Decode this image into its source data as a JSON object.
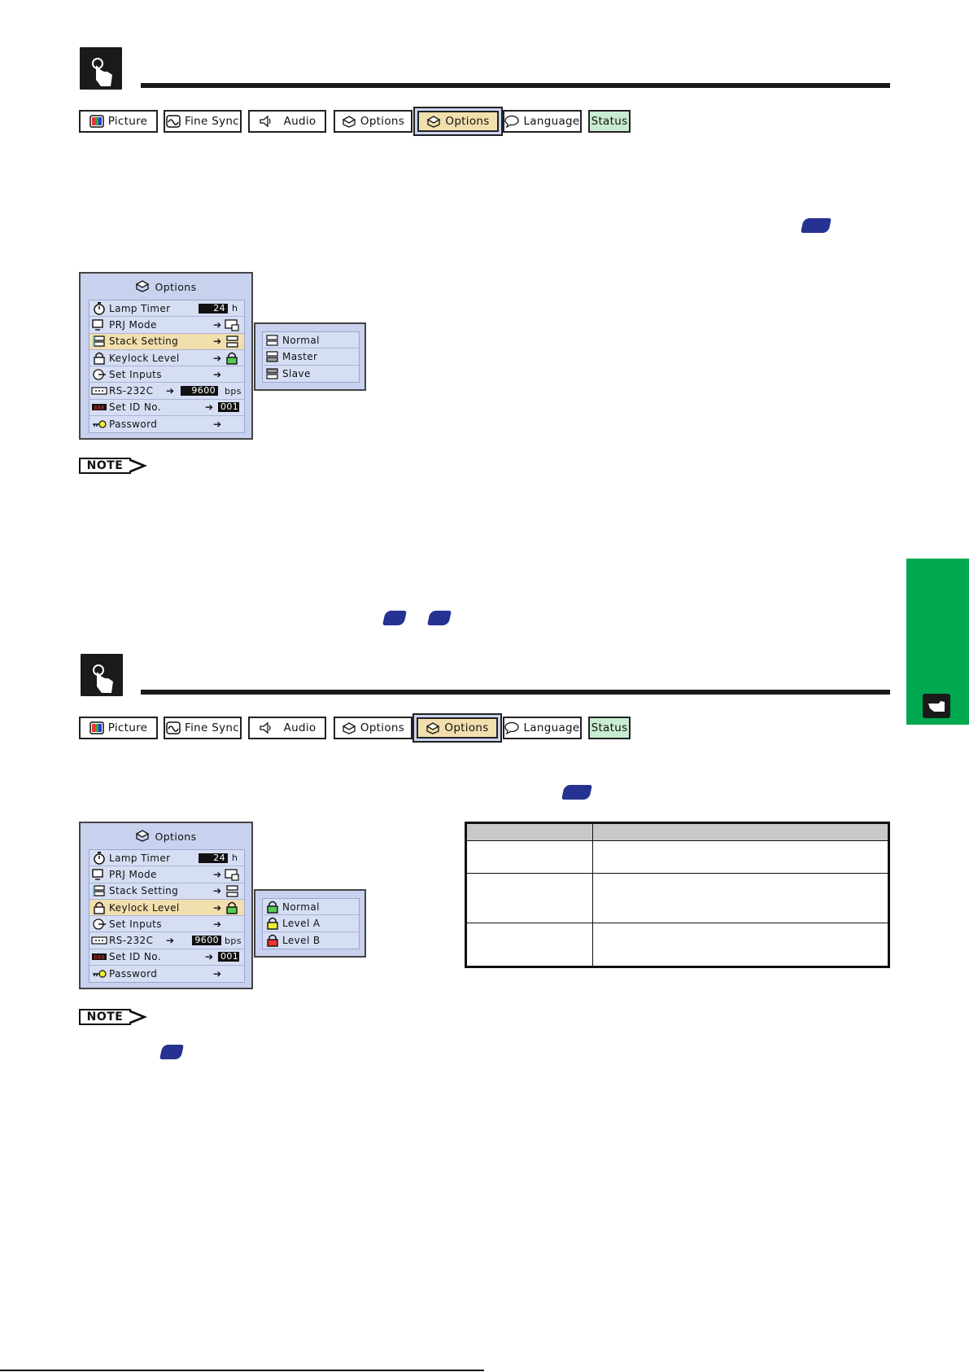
{
  "tabs": {
    "picture": "Picture",
    "fine_sync": "Fine Sync",
    "audio": "Audio",
    "options1": "Options",
    "options2": "Options",
    "language": "Language",
    "status": "Status"
  },
  "options_menu": {
    "title": "Options",
    "lamp_timer": {
      "label": "Lamp Timer",
      "value": "24",
      "unit": "h"
    },
    "prj_mode": {
      "label": "PRJ Mode"
    },
    "stack_setting": {
      "label": "Stack Setting"
    },
    "keylock_level": {
      "label": "Keylock Level"
    },
    "set_inputs": {
      "label": "Set Inputs"
    },
    "rs232c": {
      "label": "RS-232C",
      "value": "9600",
      "unit": "bps"
    },
    "set_id": {
      "label": "Set ID No.",
      "value": "001"
    },
    "password": {
      "label": "Password"
    }
  },
  "stack_submenu": [
    "Normal",
    "Master",
    "Slave"
  ],
  "keylock_submenu": [
    "Normal",
    "Level A",
    "Level B"
  ],
  "note_label": "NOTE",
  "colors": {
    "accent_blue": "#263291",
    "side_tab_green": "#00a94f",
    "menu_bg": "#c8d2ef",
    "highlight": "#f2dfae"
  }
}
